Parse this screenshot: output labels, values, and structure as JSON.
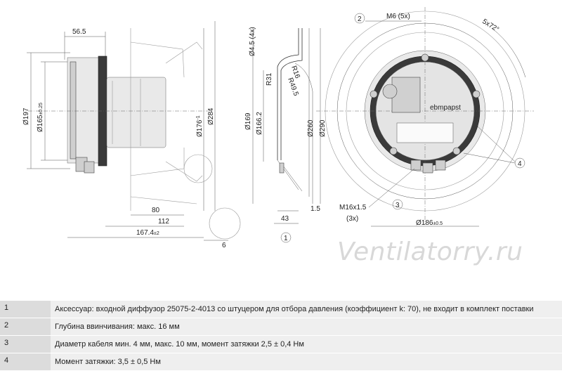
{
  "watermark": "Ventilatorry.ru",
  "dims": {
    "w56_5": "56.5",
    "d197": "Ø197",
    "d165": "Ø165",
    "d165_tol": "±0.25",
    "d176": "Ø176",
    "d176_tol": "-1",
    "d284": "Ø284",
    "l80": "80",
    "l112": "112",
    "l167_4": "167.4",
    "l167_4_tol": "±2",
    "l6": "6",
    "d4_5": "Ø4.5 (4x)",
    "r31": "R31",
    "r16": "R16",
    "r49_5": "R49.5",
    "d169": "Ø169",
    "d166_2": "Ø166.2",
    "d260": "Ø260",
    "d290": "Ø290",
    "l43": "43",
    "l1_5": "1.5",
    "m6": "M6 (5x)",
    "angle": "5x72°",
    "m16_a": "M16x1.5",
    "m16_b": "(3x)",
    "d186": "Ø186",
    "d186_tol": "±0.5"
  },
  "callouts": {
    "c1": "1",
    "c2": "2",
    "c3": "3",
    "c4": "4"
  },
  "label_brand": "ebmpapst",
  "legend": [
    {
      "num": "1",
      "text": "Аксессуар: входной диффузор 25075-2-4013 со штуцером для отбора давления (коэффициент k: 70), не входит в комплект поставки"
    },
    {
      "num": "2",
      "text": "Глубина ввинчивания: макс. 16 мм"
    },
    {
      "num": "3",
      "text": "Диаметр кабеля мин. 4 мм, макс. 10 мм, момент затяжки 2,5 ± 0,4 Нм"
    },
    {
      "num": "4",
      "text": "Момент затяжки: 3,5 ± 0,5 Нм"
    }
  ]
}
